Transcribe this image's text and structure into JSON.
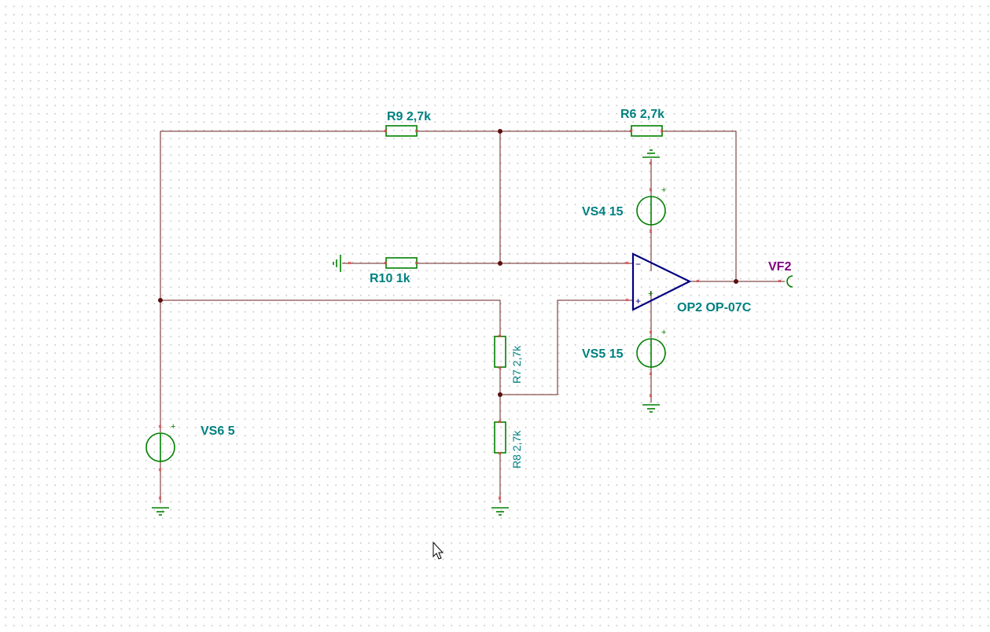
{
  "components": {
    "r9": "R9 2,7k",
    "r6": "R6 2,7k",
    "r10": "R10 1k",
    "r7": "R7 2,7k",
    "r8": "R8 2,7k",
    "vs4": "VS4 15",
    "vs5": "VS5 15",
    "vs6": "VS6 5",
    "op2": "OP2 OP-07C",
    "vf2": "VF2"
  },
  "signs": {
    "plus": "+",
    "minus": "−"
  },
  "colors": {
    "wire": "#6b1f1f",
    "component": "#008000",
    "opamp": "#00007f",
    "label": "#008080",
    "probe_label": "#800080",
    "grid_dot": "#c8c8c8"
  }
}
